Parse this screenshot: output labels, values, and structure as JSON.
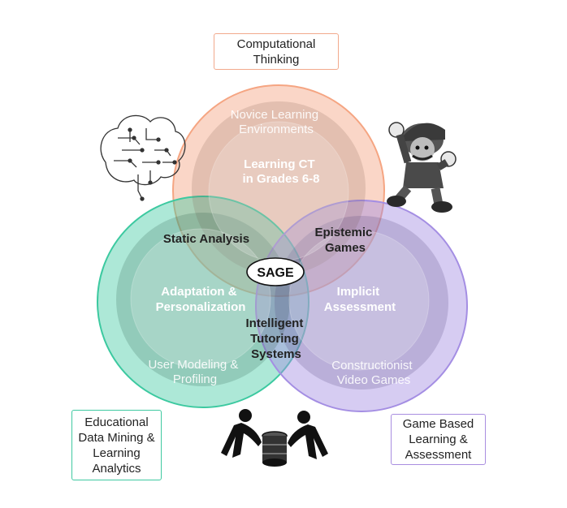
{
  "callouts": {
    "computational_thinking": "Computational\nThinking",
    "educational_data_mining": "Educational\nData Mining &\nLearning\nAnalytics",
    "game_based_learning": "Game Based\nLearning &\nAssessment"
  },
  "top_circle": {
    "outer_label": [
      "Novice Learning",
      "Environments"
    ],
    "inner_label": [
      "Learning CT",
      "in Grades 6-8"
    ],
    "color": "#f5a582"
  },
  "left_circle": {
    "outer_label": [
      "User Modeling &",
      "Profiling"
    ],
    "inner_label": [
      "Adaptation &",
      "Personalization"
    ],
    "color": "#3cc9a0"
  },
  "right_circle": {
    "outer_label": [
      "Constructionist",
      "Video Games"
    ],
    "inner_label": [
      "Implicit",
      "Assessment"
    ],
    "color": "#a48ee3"
  },
  "overlaps": {
    "top_left": "Static Analysis",
    "top_right": [
      "Epistemic",
      "Games"
    ],
    "left_right": [
      "Intelligent",
      "Tutoring",
      "Systems"
    ],
    "center": "SAGE"
  },
  "icons": {
    "brain": "brain-circuit-icon",
    "mario": "mario-character-icon",
    "data_workers": "data-barrel-workers-icon"
  }
}
